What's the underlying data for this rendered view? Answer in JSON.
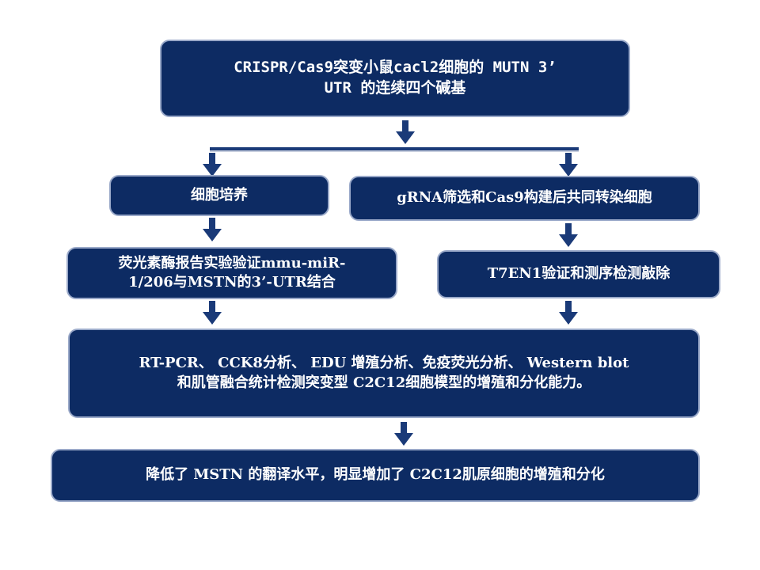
{
  "colors": {
    "box_fill": "#0d2b63",
    "box_border": "#9aa9c9",
    "text": "#ffffff",
    "arrow": "#1a3a78"
  },
  "nodes": {
    "top": {
      "line1": "CRISPR/Cas9突变小鼠cacl2细胞的 MUTN 3’",
      "line2": "UTR 的连续四个碱基"
    },
    "left1": {
      "text": "细胞培养"
    },
    "right1": {
      "text": "gRNA筛选和Cas9构建后共同转染细胞"
    },
    "left2": {
      "line1": "荧光素酶报告实验验证mmu-miR-",
      "line2": "1/206与MSTN的3’-UTR结合"
    },
    "right2": {
      "text": "T7EN1验证和测序检测敲除"
    },
    "analysis": {
      "line1": "RT-PCR、 CCK8分析、 EDU 增殖分析、免疫荧光分析、 Western blot",
      "line2": "和肌管融合统计检测突变型 C2C12细胞模型的增殖和分化能力。"
    },
    "result": {
      "text": "降低了 MSTN 的翻译水平，明显增加了 C2C12肌原细胞的增殖和分化"
    }
  }
}
